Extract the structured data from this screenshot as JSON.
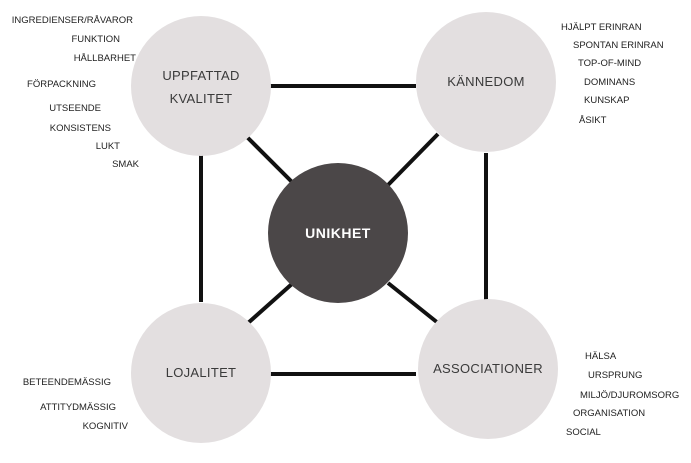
{
  "diagram": {
    "colors": {
      "node_fill": "#e3dfe0",
      "center_fill": "#4b4748",
      "connector": "#111111"
    },
    "center": {
      "label": "UNIKHET"
    },
    "nodes": {
      "uppfattad": {
        "line1": "UPPFATTAD",
        "line2": "KVALITET"
      },
      "kannedom": {
        "label": "KÄNNEDOM"
      },
      "lojalitet": {
        "label": "LOJALITET"
      },
      "associationer": {
        "label": "ASSOCIATIONER"
      }
    },
    "attributes": {
      "uppfattad": [
        "INGREDIENSER/RÅVAROR",
        "FUNKTION",
        "HÅLLBARHET",
        "FÖRPACKNING",
        "UTSEENDE",
        "KONSISTENS",
        "LUKT",
        "SMAK"
      ],
      "kannedom": [
        "HJÄLPT ERINRAN",
        "SPONTAN ERINRAN",
        "TOP-OF-MIND",
        "DOMINANS",
        "KUNSKAP",
        "ÅSIKT"
      ],
      "lojalitet": [
        "BETEENDEMÄSSIG",
        "ATTITYDMÄSSIG",
        "KOGNITIV"
      ],
      "associationer": [
        "HÄLSA",
        "URSPRUNG",
        "MILJÖ/DJUROMSORG",
        "ORGANISATION",
        "SOCIAL"
      ]
    }
  }
}
